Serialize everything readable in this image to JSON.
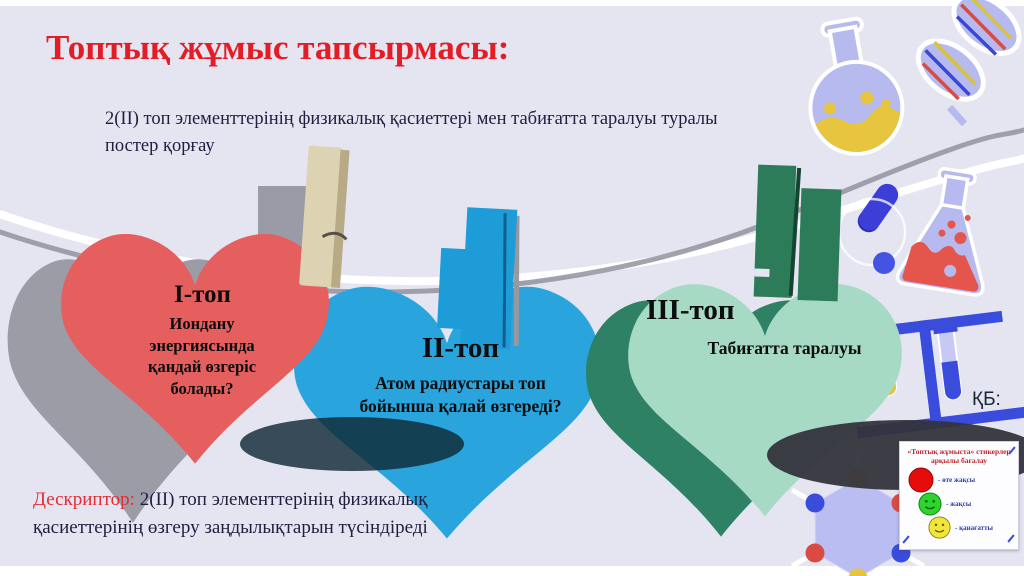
{
  "slide": {
    "title": "Топтық  жұмыс тапсырмасы:",
    "intro": "2(II) топ  элементтерінің физикалық қасиеттері мен табиғатта таралуы туралы постер қорғау",
    "descriptor_label": "Дескриптор:",
    "descriptor_text": " 2(II) топ  элементтерінің физикалық қасиеттерінің өзгеру заңдылықтарын түсіндіреді",
    "kb_label": "ҚБ:"
  },
  "hearts": [
    {
      "group": "І-топ",
      "question": "Иондану энергиясында қандай өзгеріс болады?",
      "color": "#e55f5f"
    },
    {
      "group": "ІІ-топ",
      "question": "Атом радиустары топ бойынша қалай өзгереді?",
      "color": "#2aa4dd"
    },
    {
      "group": "ІІІ-топ",
      "question": "Табиғатта таралуы",
      "color": "#a6dac5"
    }
  ],
  "evaluation_card": {
    "title": "«Топтық жұмыста» стикерлер арқылы бағалау",
    "items": [
      {
        "label": "- өте жақсы",
        "color": "#e60c0c"
      },
      {
        "label": "- жақсы",
        "color": "#2ed32e"
      },
      {
        "label": "- қанағатты",
        "color": "#f0e53a"
      }
    ]
  },
  "palette": {
    "background": "#e5e4f1",
    "title_red": "#e21d25",
    "body_navy": "#1e1e3f",
    "shadow_gray": "#9c9ca7",
    "green_shadow": "#2e8165",
    "periwinkle": "#b6baee"
  }
}
